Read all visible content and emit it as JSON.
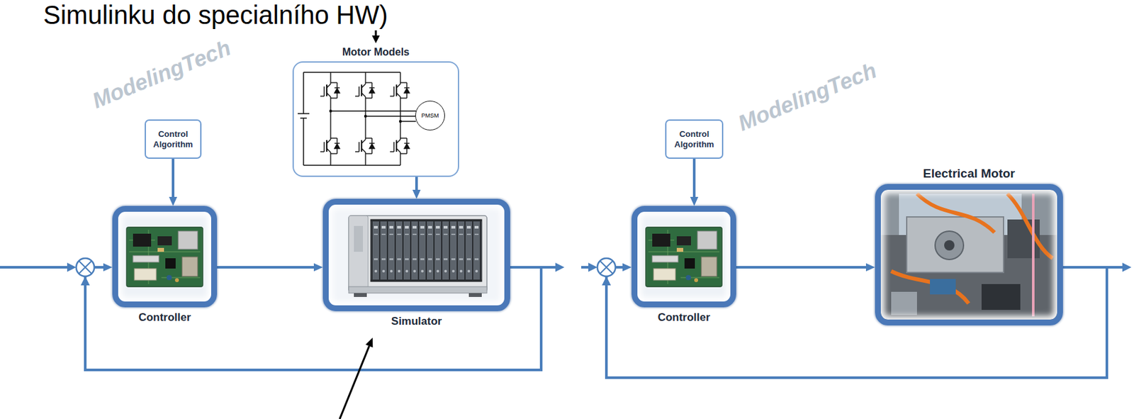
{
  "diagram": {
    "nodes": [
      {
        "text": [
          "Control Algorithm"
        ]
      },
      {
        "text": [
          "Controller"
        ]
      },
      {
        "text": [
          "Motor Models"
        ]
      },
      {
        "text": [
          "PMSM"
        ],
        "in": 2
      },
      {
        "text": [
          "Simulator"
        ]
      },
      {
        "text": [
          "Control Algorithm"
        ]
      },
      {
        "text": [
          "Controller"
        ]
      },
      {
        "text": [
          "Electrical Motor"
        ]
      }
    ],
    "edges": [
      {
        "from": 0,
        "to": 1,
        "arrow": "to"
      },
      {
        "from": 1,
        "to": 4,
        "arrow": "to"
      },
      {
        "from": 2,
        "to": 4,
        "arrow": "to"
      },
      {
        "from": 4,
        "to": 1,
        "arrow": "to"
      },
      {
        "from": 5,
        "to": 6,
        "arrow": "to"
      },
      {
        "from": 6,
        "to": 7,
        "arrow": "to"
      },
      {
        "from": 7,
        "to": 6,
        "arrow": "to"
      }
    ],
    "labels": [
      "Simulinku do specialního HW)",
      "ModelingTech",
      "ModelingTech"
    ]
  }
}
